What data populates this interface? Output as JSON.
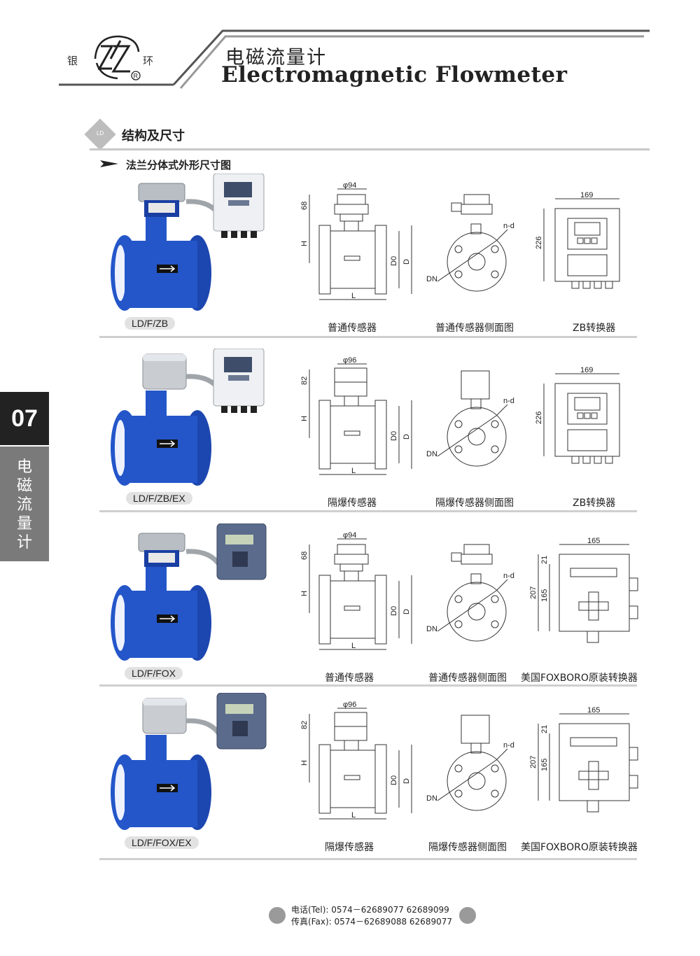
{
  "header": {
    "brand_left": "银",
    "brand_right": "环",
    "title_cn": "电磁流量计",
    "title_en": "Electromagnetic Flowmeter"
  },
  "section": {
    "badge": "LD",
    "title": "结构及尺寸",
    "subtitle": "法兰分体式外形尺寸图"
  },
  "side_tab": {
    "number": "07",
    "chars": [
      "电",
      "磁",
      "流",
      "量",
      "计"
    ]
  },
  "rows": [
    {
      "model": "LD/F/ZB",
      "captions": [
        "普通传感器",
        "普通传感器侧面图",
        "ZB转换器"
      ],
      "dims": {
        "phi": "φ94",
        "top": "68",
        "h": "H",
        "l": "L",
        "d0": "D0",
        "d": "D",
        "nd": "n-d",
        "dn": "DN",
        "w": "169",
        "hgt": "226"
      }
    },
    {
      "model": "LD/F/ZB/EX",
      "captions": [
        "隔爆传感器",
        "隔爆传感器侧面图",
        "ZB转换器"
      ],
      "dims": {
        "phi": "φ96",
        "top": "82",
        "h": "H",
        "l": "L",
        "d0": "D0",
        "d": "D",
        "nd": "n-d",
        "dn": "DN",
        "w": "169",
        "hgt": "226"
      }
    },
    {
      "model": "LD/F/FOX",
      "captions": [
        "普通传感器",
        "普通传感器侧面图",
        "美国FOXBORO原装转换器"
      ],
      "dims": {
        "phi": "φ94",
        "top": "68",
        "h": "H",
        "l": "L",
        "d0": "D0",
        "d": "D",
        "nd": "n-d",
        "dn": "DN",
        "w": "165",
        "hgt": "207",
        "hgt2": "165",
        "top2": "21"
      }
    },
    {
      "model": "LD/F/FOX/EX",
      "captions": [
        "隔爆传感器",
        "隔爆传感器侧面图",
        "美国FOXBORO原装转换器"
      ],
      "dims": {
        "phi": "φ96",
        "top": "82",
        "h": "H",
        "l": "L",
        "d0": "D0",
        "d": "D",
        "nd": "n-d",
        "dn": "DN",
        "w": "165",
        "hgt": "207",
        "hgt2": "165",
        "top2": "21"
      }
    }
  ],
  "footer": {
    "tel": "电话(Tel): 0574－62689077 62689099",
    "fax": "传真(Fax): 0574－62689088 62689077"
  },
  "colors": {
    "product_blue": "#2456c9",
    "tab_dark": "#222222",
    "tab_gray": "#7a7a7a"
  }
}
